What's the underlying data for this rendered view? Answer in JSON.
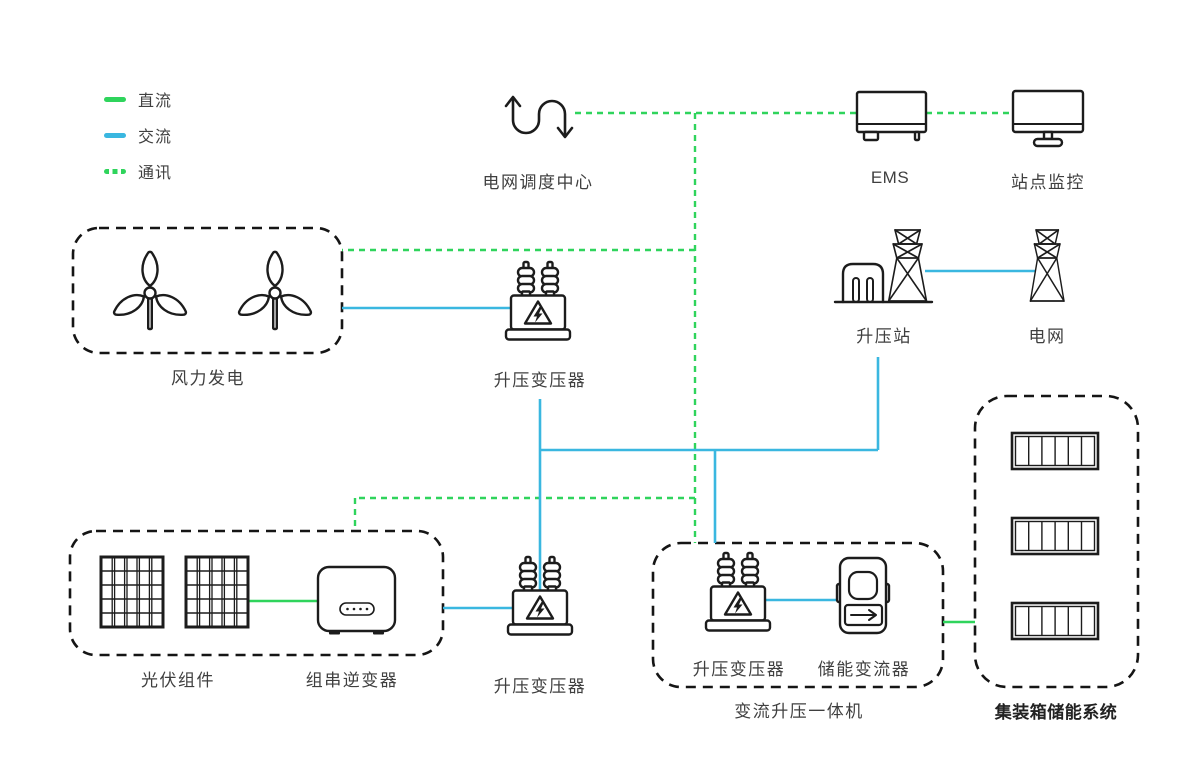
{
  "colors": {
    "dc_green": "#2fd45c",
    "ac_blue": "#3ab7e0",
    "comm_green": "#2fd45c",
    "outline": "#1c1c1c",
    "text": "#3f3f3f"
  },
  "legend": {
    "dc_label": "直流",
    "ac_label": "交流",
    "comm_label": "通讯"
  },
  "nodes": {
    "grid_dispatch": "电网调度中心",
    "ems": "EMS",
    "site_monitoring": "站点监控",
    "wind_power": "风力发电",
    "wind_transformer": "升压变压器",
    "step_up_station": "升压站",
    "power_grid": "电网",
    "pv_modules": "光伏组件",
    "string_inverter": "组串逆变器",
    "pv_transformer": "升压变压器",
    "unit_transformer": "升压变压器",
    "storage_converter": "储能变流器",
    "converter_unit": "变流升压一体机",
    "container_ess": "集装箱储能系统"
  }
}
